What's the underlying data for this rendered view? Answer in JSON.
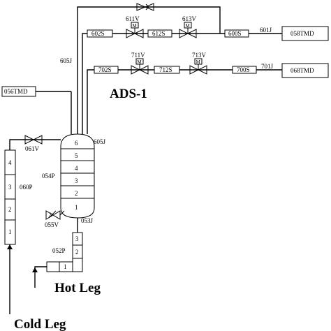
{
  "labels": {
    "ads": "ADS-1",
    "hot_leg": "Hot Leg",
    "cold_leg": "Cold Leg"
  },
  "pipes": {
    "p602S": "602S",
    "p612S": "612S",
    "p600S": "600S",
    "p702S": "702S",
    "p712S": "712S",
    "p700S": "700S",
    "p605J": "605J",
    "p601J": "601J",
    "p701J": "701J",
    "p605J_top": "605J",
    "p053J": "053J"
  },
  "valves": {
    "v611": "611V",
    "v613": "613V",
    "v711": "711V",
    "v713": "713V",
    "v061": "061V",
    "v055": "055V",
    "m": "M"
  },
  "tanks": {
    "t058": "058TMD",
    "t068": "068TMD",
    "t056": "056TMD"
  },
  "pipes_vertical": {
    "p060P": "060P",
    "p054P": "054P",
    "p052P": "052P"
  },
  "cells": {
    "c060": [
      "4",
      "3",
      "2",
      "1"
    ],
    "c054": [
      "6",
      "5",
      "4",
      "3",
      "2",
      "1"
    ],
    "c052": [
      "3",
      "2",
      "1"
    ]
  }
}
